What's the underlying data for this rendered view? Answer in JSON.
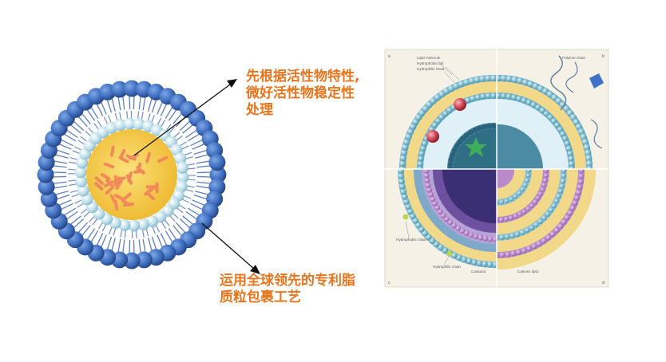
{
  "callouts": {
    "top": [
      "先根据活性物特性,",
      "微好活性物稳定性",
      "处理"
    ],
    "bottom": [
      "运用全球领先的专利脂",
      "质粒包裹工艺"
    ]
  },
  "panel": {
    "corner_labels": {
      "a": "a",
      "b": "b",
      "c": "c",
      "d": "d"
    },
    "labels": {
      "lipid_molecule": "Lipid molecule",
      "hydrophobic_tail": "Hydrophobic tail",
      "hydrophilic_head": "Hydrophilic head",
      "polymer_chain": "Polymer chain",
      "hydrophobic_chain": "Hydrophobic chain",
      "hydrophilic_chain": "Hydrophilic chain",
      "cavitand": "Cavitand",
      "cationic_lipid": "Cationic lipid"
    }
  },
  "colors": {
    "accent_orange": "#e8741d",
    "head_blue": "#3f6fbf",
    "head_light": "#bfe0ea",
    "core_yellow": "#f4c842",
    "rod_orange": "#f08a5a",
    "panel_bg": "#f6f1e6",
    "panel_teal": "#3f8fa8",
    "panel_purple": "#8e5aa8"
  }
}
